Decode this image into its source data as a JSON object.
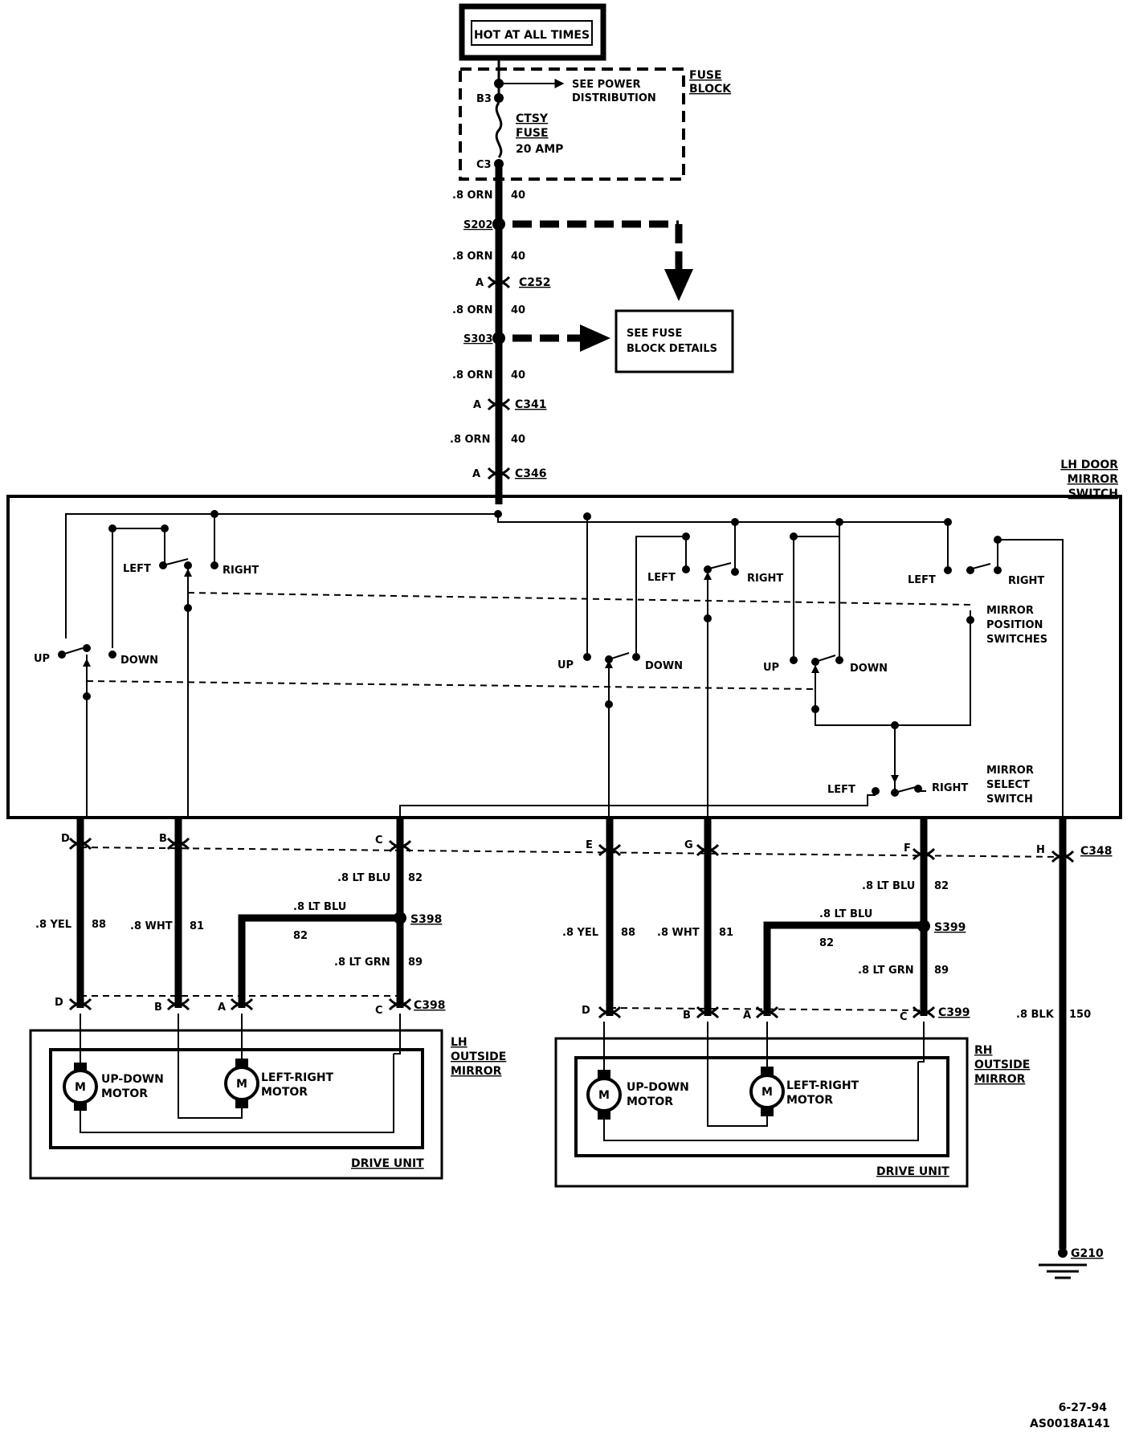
{
  "power": {
    "hot": "HOT AT ALL TIMES"
  },
  "fuse_block": {
    "title": [
      "FUSE",
      "BLOCK"
    ],
    "b3": "B3",
    "c3": "C3",
    "see_power": [
      "SEE POWER",
      "DISTRIBUTION"
    ],
    "fuse": [
      "CTSY",
      "FUSE",
      "20 AMP"
    ]
  },
  "feed": {
    "wire": ".8 ORN",
    "circuit": "40",
    "s202": "S202",
    "s303": "S303",
    "c252": "C252",
    "c341": "C341",
    "c346": "C346",
    "pin_a": "A",
    "see_fuse_details": [
      "SEE FUSE",
      "BLOCK DETAILS"
    ]
  },
  "switch_assembly": {
    "title": [
      "LH DOOR",
      "MIRROR",
      "SWITCH"
    ],
    "left": "LEFT",
    "right": "RIGHT",
    "up": "UP",
    "down": "DOWN",
    "position_label": [
      "MIRROR",
      "POSITION",
      "SWITCHES"
    ],
    "select_label": [
      "MIRROR",
      "SELECT",
      "SWITCH"
    ]
  },
  "harness": {
    "c348": "C348",
    "pins": [
      "D",
      "B",
      "C",
      "E",
      "G",
      "F",
      "H"
    ],
    "lh_wires": {
      "yel": ".8 YEL",
      "yel_ckt": "88",
      "wht": ".8 WHT",
      "wht_ckt": "81",
      "blu": ".8 LT BLU",
      "blu_ckt": "82",
      "grn": ".8 LT GRN",
      "grn_ckt": "89",
      "splice": "S398"
    },
    "rh_wires": {
      "yel": ".8 YEL",
      "yel_ckt": "88",
      "wht": ".8 WHT",
      "wht_ckt": "81",
      "blu": ".8 LT BLU",
      "blu_ckt": "82",
      "grn": ".8 LT GRN",
      "grn_ckt": "89",
      "splice": "S399"
    },
    "ground_wire": ".8 BLK",
    "ground_ckt": "150",
    "ground": "G210"
  },
  "lh_mirror": {
    "title": [
      "LH",
      "OUTSIDE",
      "MIRROR"
    ],
    "connector": "C398",
    "pins": [
      "D",
      "B",
      "A",
      "C"
    ],
    "motor1": [
      "UP-DOWN",
      "MOTOR"
    ],
    "motor2": [
      "LEFT-RIGHT",
      "MOTOR"
    ],
    "motor_symbol": "M",
    "drive_unit": "DRIVE UNIT"
  },
  "rh_mirror": {
    "title": [
      "RH",
      "OUTSIDE",
      "MIRROR"
    ],
    "connector": "C399",
    "pins": [
      "D",
      "B",
      "A",
      "C"
    ],
    "motor1": [
      "UP-DOWN",
      "MOTOR"
    ],
    "motor2": [
      "LEFT-RIGHT",
      "MOTOR"
    ],
    "motor_symbol": "M",
    "drive_unit": "DRIVE UNIT"
  },
  "footer": {
    "date": "6-27-94",
    "code": "AS0018A141"
  },
  "colors": {
    "ink": "#000000",
    "paper": "#ffffff"
  }
}
